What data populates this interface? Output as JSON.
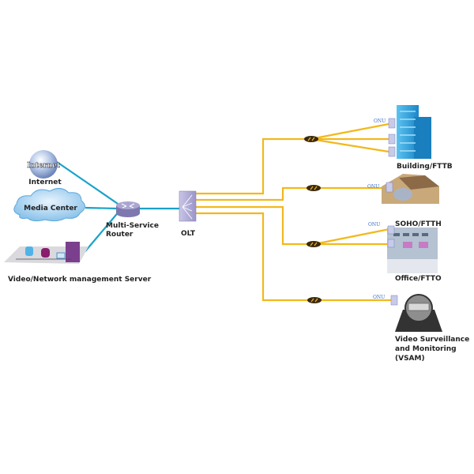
{
  "nodes": {
    "internet": {
      "label": "Internet",
      "logo_text": "Internet"
    },
    "media_center": {
      "label": "Media Center"
    },
    "server": {
      "label": "Video/Network management Server"
    },
    "router": {
      "label_line1": "Multi-Service",
      "label_line2": "Router"
    },
    "olt": {
      "label": "OLT"
    },
    "building": {
      "label": "Building/FTTB",
      "onu": "ONU"
    },
    "soho": {
      "label": "SOHO/FTTH",
      "onu": "ONU"
    },
    "office": {
      "label": "Office/FTTO",
      "onu": "ONU"
    },
    "vsam": {
      "label_line1": "Video Surveillance",
      "label_line2": "and Monitoring",
      "label_line3": "(VSAM)",
      "onu": "ONU"
    }
  },
  "colors": {
    "fiber": "#f2b81c",
    "ethernet": "#1aa3c8",
    "router": "#8a86b8",
    "building": "#2aa6e0"
  }
}
